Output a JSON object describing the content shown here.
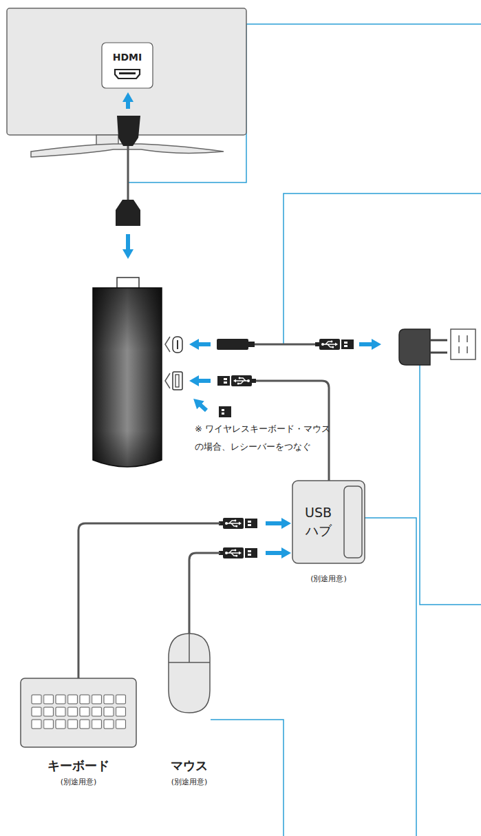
{
  "diagram": {
    "nodes": [
      {
        "text": [
          "HDMI"
        ]
      },
      {
        "text": [
          "USB ハブ",
          "(別途用意)"
        ]
      },
      {
        "text": [
          "キーボード",
          "(別途用意)"
        ]
      },
      {
        "text": [
          "マウス",
          "(別途用意)"
        ]
      }
    ],
    "edges": [
      {
        "from": 2,
        "to": 1,
        "arrow": "to"
      },
      {
        "from": 3,
        "to": 1,
        "arrow": "to"
      }
    ],
    "labels": [
      "※ ワイヤレスキーボード・マウス の場合、レシーバーをつなぐ"
    ]
  }
}
